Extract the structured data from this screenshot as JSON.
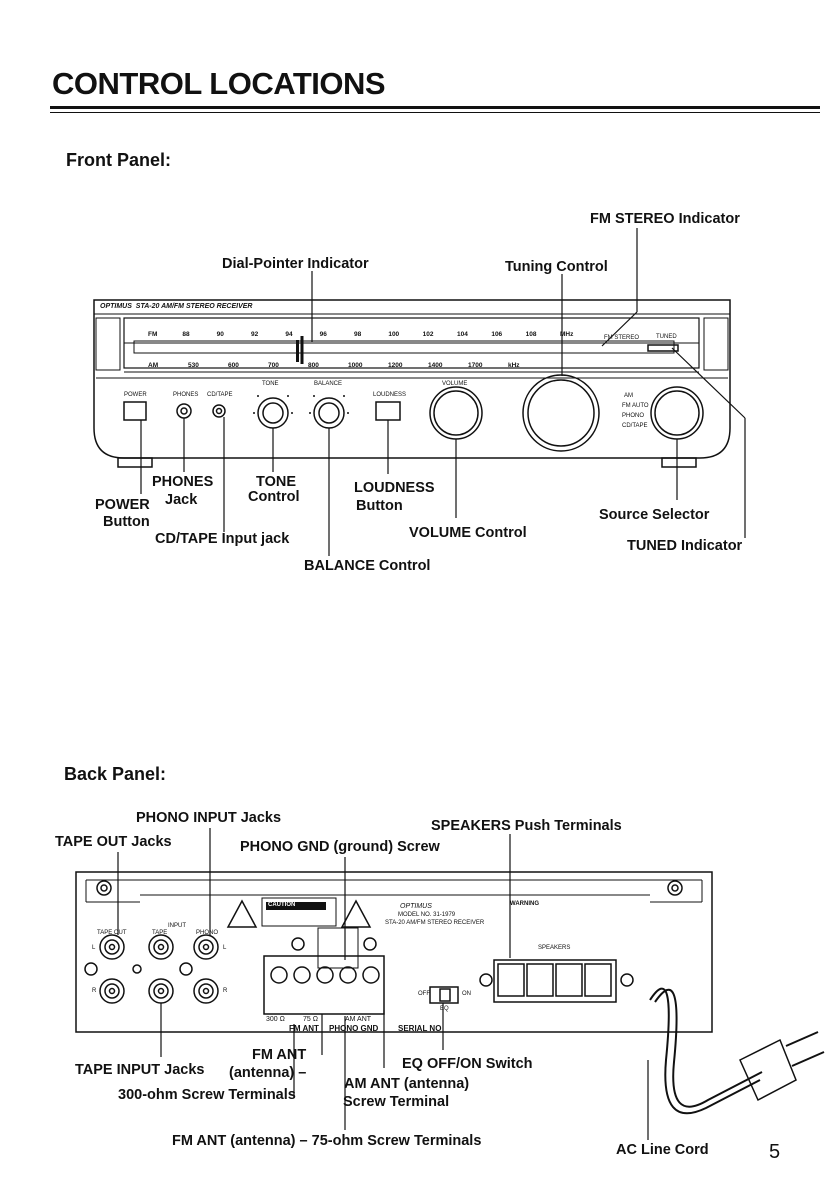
{
  "page": {
    "title": "CONTROL LOCATIONS",
    "page_number": "5"
  },
  "front": {
    "heading": "Front Panel:",
    "brand": "OPTIMUS",
    "model_line": "STA-20 AM/FM STEREO RECEIVER",
    "fm_scale": [
      "FM",
      "88",
      "90",
      "92",
      "94",
      "96",
      "98",
      "100",
      "102",
      "104",
      "106",
      "108",
      "MHz"
    ],
    "am_scale": [
      "AM",
      "530",
      "600",
      "700",
      "800",
      "1000",
      "1200",
      "1400",
      "1700",
      "kHz"
    ],
    "panel_text": {
      "fm_stereo": "FM STEREO",
      "tuned": "TUNED",
      "power": "POWER",
      "phones": "PHONES",
      "cdtape": "CD/TAPE",
      "tone": "TONE",
      "balance": "BALANCE",
      "loudness": "LOUDNESS",
      "volume": "VOLUME",
      "am": "AM",
      "fm_auto": "FM AUTO",
      "phono": "PHONO",
      "cd_tape": "CD/TAPE"
    },
    "callouts": {
      "fm_stereo_indicator": "FM STEREO Indicator",
      "dial_pointer": "Dial-Pointer Indicator",
      "tuning_control": "Tuning Control",
      "phones": "PHONES",
      "phones_jack": "Jack",
      "tone": "TONE",
      "tone_control": "Control",
      "loudness": "LOUDNESS",
      "loudness_button": "Button",
      "power": "POWER",
      "power_button": "Button",
      "source_selector": "Source Selector",
      "cdtape_input": "CD/TAPE Input jack",
      "volume_control": "VOLUME Control",
      "tuned_indicator": "TUNED Indicator",
      "balance_control": "BALANCE Control"
    }
  },
  "back": {
    "heading": "Back Panel:",
    "panel_text": {
      "caution": "CAUTION",
      "brand": "OPTIMUS",
      "model_no": "MODEL NO. 31-1979",
      "model_line": "STA-20 AM/FM STEREO RECEIVER",
      "input": "INPUT",
      "tape_out": "TAPE OUT",
      "tape_in": "TAPE",
      "phono": "PHONO",
      "l": "L",
      "r": "R",
      "off": "OFF",
      "on": "ON",
      "eq": "EQ",
      "speakers": "SPEAKERS",
      "warning": "WARNING",
      "fm_ant": "FM ANT",
      "am_ant": "AM ANT",
      "phono_gnd": "PHONO GND",
      "serial_no": "SERIAL NO",
      "ohm300": "300 Ω",
      "ohm75": "75 Ω"
    },
    "callouts": {
      "phono_input": "PHONO INPUT Jacks",
      "speakers_push": "SPEAKERS Push Terminals",
      "tape_out": "TAPE OUT Jacks",
      "phono_gnd": "PHONO GND (ground) Screw",
      "tape_input": "TAPE INPUT Jacks",
      "fm_ant_a": "FM ANT",
      "fm_ant_b": "(antenna) –",
      "fm_ant_c": "300-ohm Screw Terminals",
      "eq_switch": "EQ OFF/ON Switch",
      "am_ant_a": "AM ANT (antenna)",
      "am_ant_b": "Screw Terminal",
      "fm_ant_75": "FM ANT (antenna) – 75-ohm Screw Terminals",
      "ac_cord": "AC Line Cord"
    }
  }
}
